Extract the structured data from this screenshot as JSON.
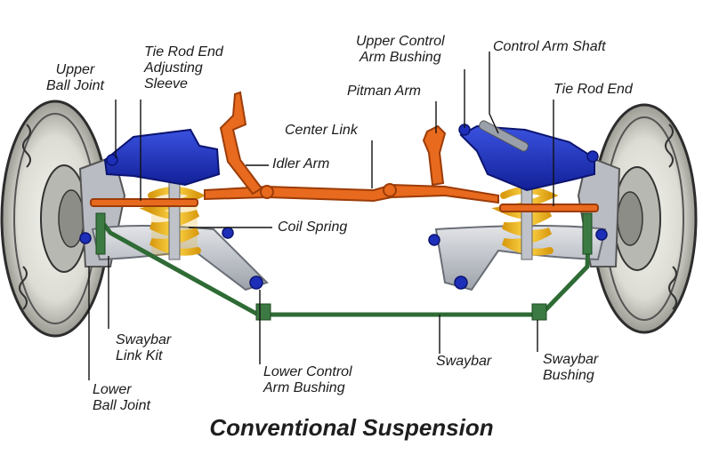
{
  "title": "Conventional Suspension",
  "labels": {
    "upper_ball_joint": "Upper\nBall Joint",
    "tie_rod_end_adjusting_sleeve": "Tie Rod End\nAdjusting\nSleeve",
    "upper_control_arm_bushing": "Upper Control\nArm Bushing",
    "control_arm_shaft": "Control Arm Shaft",
    "pitman_arm": "Pitman Arm",
    "tie_rod_end": "Tie Rod End",
    "center_link": "Center Link",
    "idler_arm": "Idler Arm",
    "coil_spring": "Coil Spring",
    "swaybar_link_kit": "Swaybar\nLink Kit",
    "lower_control_arm_bushing": "Lower Control\nArm Bushing",
    "swaybar": "Swaybar",
    "swaybar_bushing": "Swaybar\nBushing",
    "lower_ball_joint": "Lower\nBall Joint"
  },
  "colors": {
    "control_arm": "#1d2fb8",
    "steering_linkage": "#e86a1e",
    "coil_spring": "#f4c21c",
    "swaybar": "#2f6b35",
    "lower_arm": "#c9ccd2",
    "tire": "#2b2b2b",
    "leader_line": "#111111"
  }
}
